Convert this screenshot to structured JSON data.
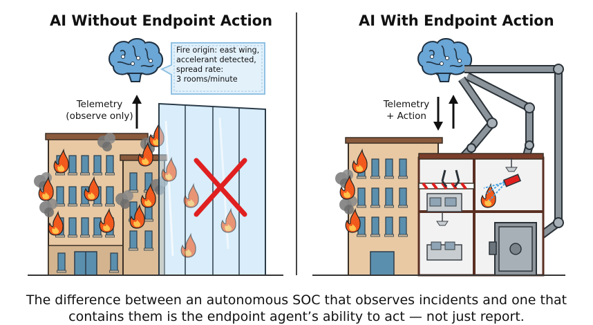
{
  "titles": {
    "left": "AI Without Endpoint Action",
    "right": "AI With Endpoint Action"
  },
  "left_panel": {
    "telemetry_line1": "Telemetry",
    "telemetry_line2": "(observe only)",
    "bubble_lines": [
      "Fire origin: east wing,",
      "accelerant detected,",
      "spread rate:",
      "3 rooms/minute"
    ]
  },
  "right_panel": {
    "telemetry_line1": "Telemetry",
    "telemetry_line2": "+ Action"
  },
  "caption": {
    "line1": "The difference between an autonomous SOC that observes incidents and one that",
    "line2": "contains them is the endpoint agent’s ability to act — not just report."
  },
  "colors": {
    "brain": "#6aa6d6",
    "fire": "#f25a1d",
    "red_x": "#e02020",
    "robot_arm": "#8c949b",
    "building_brick": "#e8c9a4"
  }
}
